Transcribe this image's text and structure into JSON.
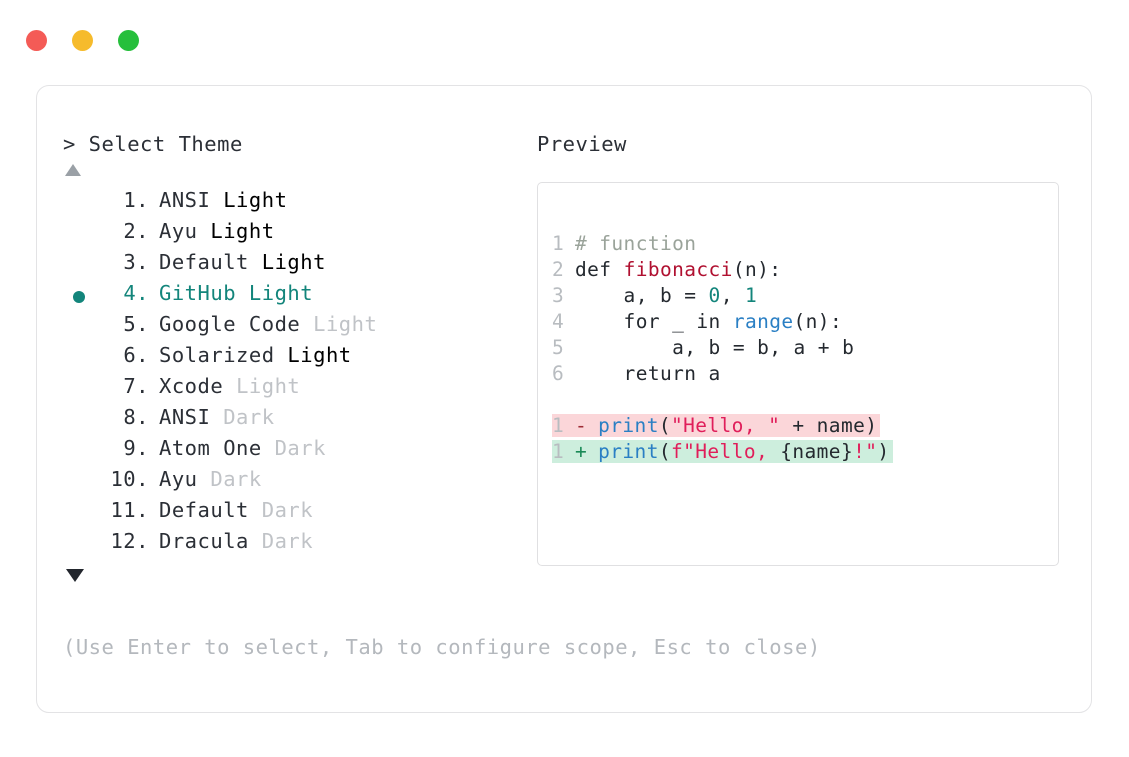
{
  "window": {
    "dots": [
      {
        "name": "close-dot",
        "color": "#f45b56"
      },
      {
        "name": "minimize-dot",
        "color": "#f6bb2c"
      },
      {
        "name": "maximize-dot",
        "color": "#26bf3c"
      }
    ]
  },
  "selector": {
    "prompt": "> Select Theme",
    "scroll_up_icon": "triangle-up-icon",
    "scroll_down_icon": "triangle-down-icon",
    "selected_index": 4,
    "accent_color": "#13857b",
    "items": [
      {
        "num": "1.",
        "name": "ANSI",
        "variant": "Light",
        "variant_dim": false,
        "selected": false
      },
      {
        "num": "2.",
        "name": "Ayu",
        "variant": "Light",
        "variant_dim": false,
        "selected": false
      },
      {
        "num": "3.",
        "name": "Default",
        "variant": "Light",
        "variant_dim": false,
        "selected": false
      },
      {
        "num": "4.",
        "name": "GitHub",
        "variant": "Light",
        "variant_dim": false,
        "selected": true
      },
      {
        "num": "5.",
        "name": "Google Code",
        "variant": "Light",
        "variant_dim": true,
        "selected": false
      },
      {
        "num": "6.",
        "name": "Solarized",
        "variant": "Light",
        "variant_dim": false,
        "selected": false
      },
      {
        "num": "7.",
        "name": "Xcode",
        "variant": "Light",
        "variant_dim": true,
        "selected": false
      },
      {
        "num": "8.",
        "name": "ANSI",
        "variant": "Dark",
        "variant_dim": true,
        "selected": false
      },
      {
        "num": "9.",
        "name": "Atom One",
        "variant": "Dark",
        "variant_dim": true,
        "selected": false
      },
      {
        "num": "10.",
        "name": "Ayu",
        "variant": "Dark",
        "variant_dim": true,
        "selected": false
      },
      {
        "num": "11.",
        "name": "Default",
        "variant": "Dark",
        "variant_dim": true,
        "selected": false
      },
      {
        "num": "12.",
        "name": "Dracula",
        "variant": "Dark",
        "variant_dim": true,
        "selected": false
      }
    ],
    "hint": "(Use Enter to select, Tab to configure scope, Esc to close)"
  },
  "preview": {
    "label": "Preview",
    "code_lines": [
      {
        "ln": "1",
        "tokens": [
          {
            "t": "# function",
            "c": "tok-comment"
          }
        ]
      },
      {
        "ln": "2",
        "tokens": [
          {
            "t": "def ",
            "c": "tok-plain"
          },
          {
            "t": "fibonacci",
            "c": "tok-func"
          },
          {
            "t": "(n):",
            "c": "tok-plain"
          }
        ]
      },
      {
        "ln": "3",
        "tokens": [
          {
            "t": "    a, b = ",
            "c": "tok-plain"
          },
          {
            "t": "0",
            "c": "tok-num"
          },
          {
            "t": ", ",
            "c": "tok-plain"
          },
          {
            "t": "1",
            "c": "tok-num"
          }
        ]
      },
      {
        "ln": "4",
        "tokens": [
          {
            "t": "    for _ in ",
            "c": "tok-plain"
          },
          {
            "t": "range",
            "c": "tok-builtin"
          },
          {
            "t": "(n):",
            "c": "tok-plain"
          }
        ]
      },
      {
        "ln": "5",
        "tokens": [
          {
            "t": "        a, b = b, a + b",
            "c": "tok-plain"
          }
        ]
      },
      {
        "ln": "6",
        "tokens": [
          {
            "t": "    return a",
            "c": "tok-plain"
          }
        ]
      }
    ],
    "diff_lines": [
      {
        "kind": "del",
        "ln": "1",
        "sign": "-",
        "bg": "#fbd6d9",
        "tokens": [
          {
            "t": "print",
            "c": "tok-builtin"
          },
          {
            "t": "(",
            "c": "tok-plain"
          },
          {
            "t": "\"Hello, \"",
            "c": "tok-str"
          },
          {
            "t": " + name)",
            "c": "tok-plain"
          }
        ]
      },
      {
        "kind": "add",
        "ln": "1",
        "sign": "+",
        "bg": "#cdeedd",
        "tokens": [
          {
            "t": "print",
            "c": "tok-builtin"
          },
          {
            "t": "(",
            "c": "tok-plain"
          },
          {
            "t": "f\"Hello, ",
            "c": "tok-str"
          },
          {
            "t": "{name}",
            "c": "tok-plain"
          },
          {
            "t": "!\"",
            "c": "tok-str"
          },
          {
            "t": ")",
            "c": "tok-plain"
          }
        ]
      }
    ]
  }
}
